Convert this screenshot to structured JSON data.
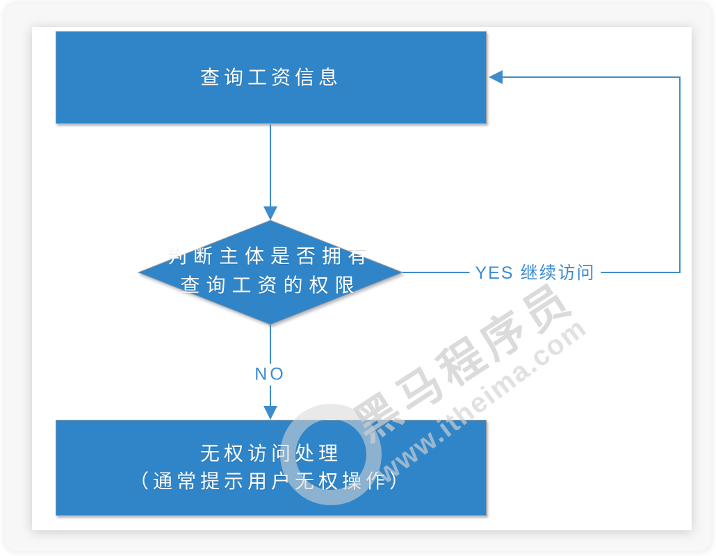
{
  "nodes": {
    "query": {
      "label": "查询工资信息"
    },
    "decision": {
      "lines": [
        "判断主体是否拥有",
        "查询工资的权限"
      ]
    },
    "deny": {
      "lines": [
        "无权访问处理",
        "（通常提示用户无权操作）"
      ]
    }
  },
  "edges": {
    "yes": {
      "label": "YES 继续访问"
    },
    "no": {
      "label": "NO"
    }
  },
  "watermark": {
    "brand": "黑马程序员",
    "site": "www.itheima.com"
  },
  "colors": {
    "node_fill": "#3085C8",
    "node_stroke": "#979797",
    "node_text": "#FFFFFF",
    "connector": "#3E8CCB",
    "edge_label": "#3C8BD0"
  }
}
